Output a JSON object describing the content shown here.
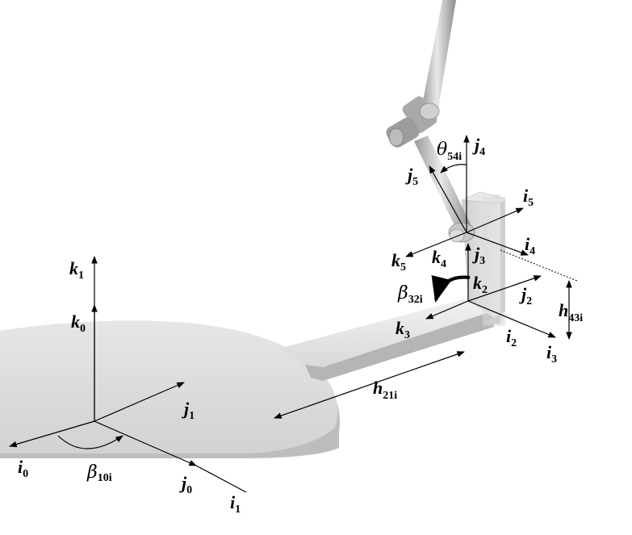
{
  "labels": {
    "k1": {
      "base": "k",
      "sub": "1"
    },
    "k0": {
      "base": "k",
      "sub": "0"
    },
    "j1": {
      "base": "j",
      "sub": "1"
    },
    "i0": {
      "base": "i",
      "sub": "0"
    },
    "j0": {
      "base": "j",
      "sub": "0"
    },
    "i1": {
      "base": "i",
      "sub": "1"
    },
    "beta10": {
      "base": "β",
      "sub": "10i"
    },
    "h21": {
      "base": "h",
      "sub": "21i"
    },
    "k3": {
      "base": "k",
      "sub": "3"
    },
    "k2": {
      "base": "k",
      "sub": "2"
    },
    "j2": {
      "base": "j",
      "sub": "2"
    },
    "i2": {
      "base": "i",
      "sub": "2"
    },
    "i3": {
      "base": "i",
      "sub": "3"
    },
    "h43": {
      "base": "h",
      "sub": "43i"
    },
    "beta32": {
      "base": "β",
      "sub": "32i"
    },
    "j3": {
      "base": "j",
      "sub": "3"
    },
    "k4": {
      "base": "k",
      "sub": "4"
    },
    "k5": {
      "base": "k",
      "sub": "5"
    },
    "i4": {
      "base": "i",
      "sub": "4"
    },
    "i5": {
      "base": "i",
      "sub": "5"
    },
    "j5": {
      "base": "j",
      "sub": "5"
    },
    "theta54": {
      "base": "θ",
      "sub": "54i"
    },
    "j4": {
      "base": "j",
      "sub": "4"
    }
  }
}
